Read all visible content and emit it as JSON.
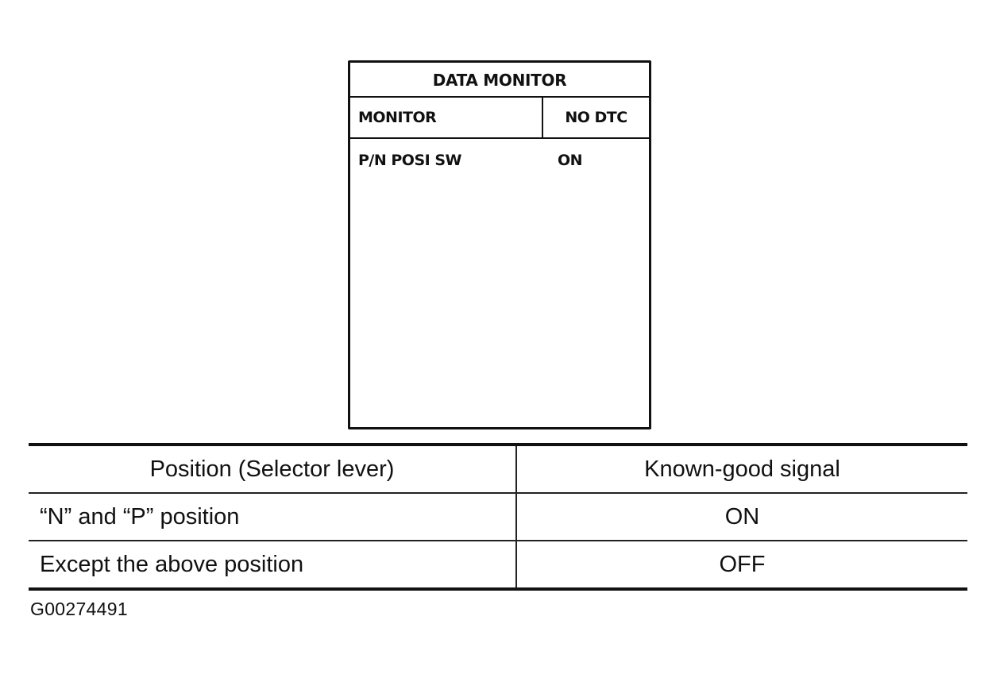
{
  "monitor": {
    "title": "DATA MONITOR",
    "header_left": "MONITOR",
    "header_right": "NO DTC",
    "rows": [
      {
        "item": "P/N POSI SW",
        "value": "ON"
      }
    ]
  },
  "signal_table": {
    "headers": [
      "Position (Selector lever)",
      "Known-good signal"
    ],
    "rows": [
      {
        "position": "“N” and “P” position",
        "signal": "ON"
      },
      {
        "position": "Except the above position",
        "signal": "OFF"
      }
    ]
  },
  "figure_id": "G00274491"
}
